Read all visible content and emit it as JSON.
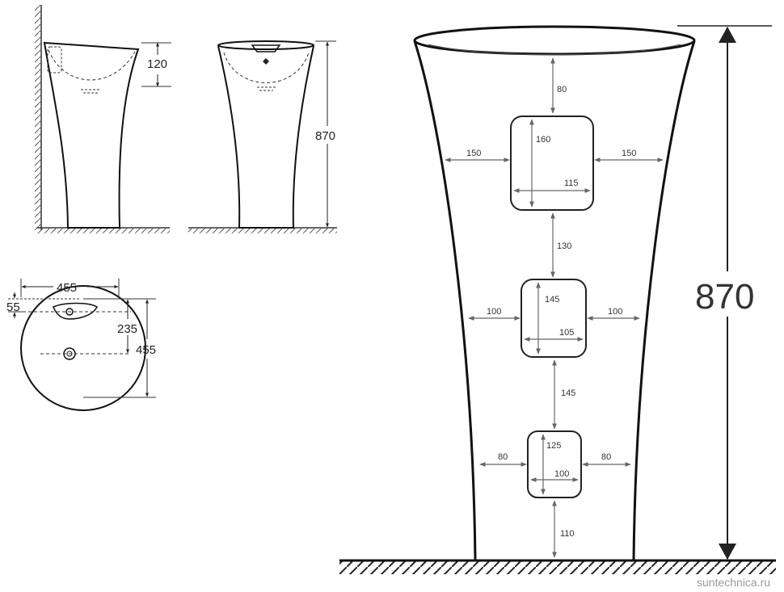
{
  "side_view": {
    "dim_bowl_depth": "120"
  },
  "front_view": {
    "dim_height": "870"
  },
  "top_view": {
    "dim_width": "455",
    "dim_depth": "455",
    "dim_tap_offset": "55",
    "dim_drain_offset": "235"
  },
  "large_front_view": {
    "dim_total_height": "870",
    "dim_top_gap": "80",
    "opening_1": {
      "height": "160",
      "width": "115",
      "side_left": "150",
      "side_right": "150"
    },
    "dim_gap_1_2": "130",
    "opening_2": {
      "height": "145",
      "width": "105",
      "side_left": "100",
      "side_right": "100"
    },
    "dim_gap_2_3": "145",
    "opening_3": {
      "height": "125",
      "width": "100",
      "side_left": "80",
      "side_right": "80"
    },
    "dim_bottom_gap": "110"
  },
  "watermark": "suntechnica.ru"
}
